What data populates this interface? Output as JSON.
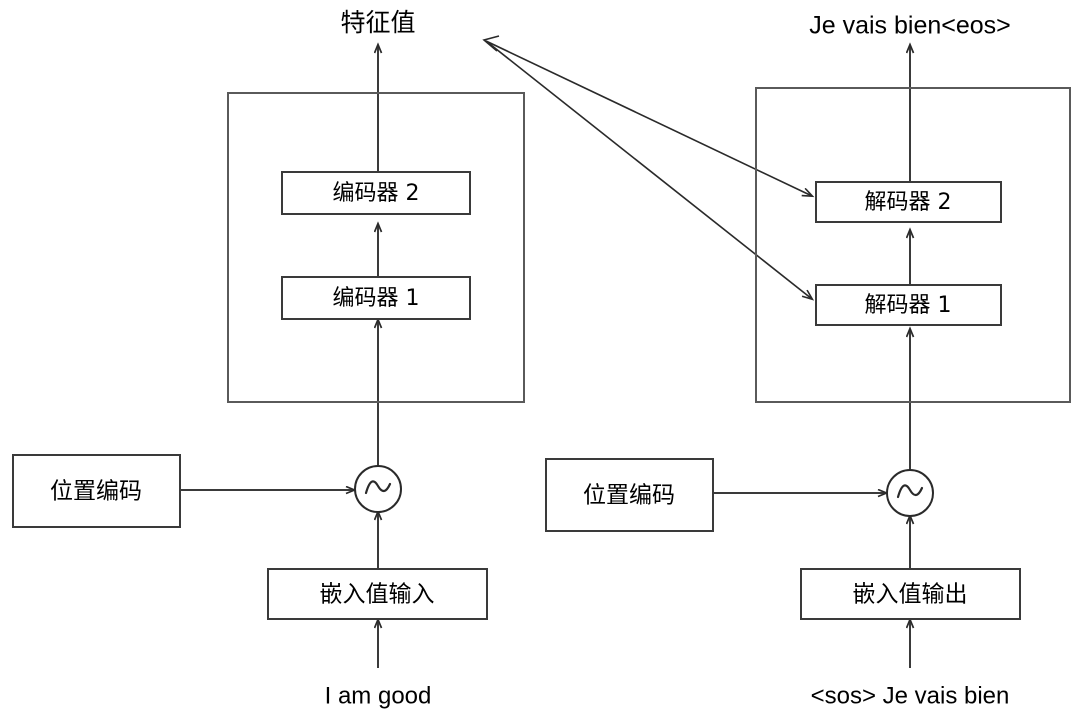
{
  "diagram": {
    "title_encoder_output": "特征值",
    "title_decoder_output": "Je vais bien<eos>",
    "encoder_stack": {
      "layers": [
        {
          "label": "编码器 2"
        },
        {
          "label": "编码器 1"
        }
      ],
      "positional_encoding_label": "位置编码",
      "embedding_label": "嵌入值输入",
      "input_text": "I am good",
      "sum_node_icon": "sine-wave-icon"
    },
    "decoder_stack": {
      "layers": [
        {
          "label": "解码器 2"
        },
        {
          "label": "解码器 1"
        }
      ],
      "positional_encoding_label": "位置编码",
      "embedding_label": "嵌入值输出",
      "input_text": "<sos> Je vais bien",
      "sum_node_icon": "sine-wave-icon"
    },
    "cross_attention": {
      "source_label": "特征值",
      "targets": [
        "解码器 2",
        "解码器 1"
      ]
    },
    "colors": {
      "background": "#ffffff",
      "stroke": "#3a3a3a",
      "container_stroke": "#5a5a5a",
      "text": "#000000"
    }
  }
}
